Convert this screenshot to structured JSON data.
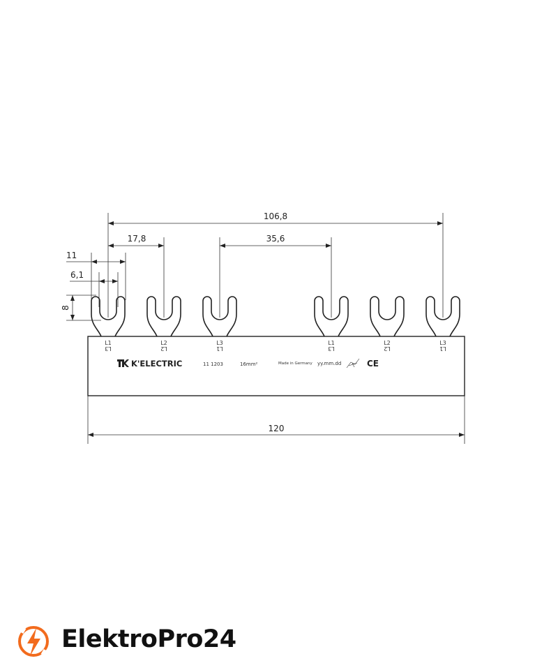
{
  "dimensions": {
    "overall_pitch_span": "106,8",
    "pitch": "17,8",
    "gap_pitch": "35,6",
    "fork_outer_width": "11",
    "fork_slot_width": "6,1",
    "fork_height": "8",
    "total_length": "120"
  },
  "forks": [
    {
      "top": "L1",
      "bottom": "L3"
    },
    {
      "top": "L2",
      "bottom": "L2"
    },
    {
      "top": "L3",
      "bottom": "L1"
    },
    {
      "top": "L1",
      "bottom": "L3"
    },
    {
      "top": "L2",
      "bottom": "L2"
    },
    {
      "top": "L3",
      "bottom": "L1"
    }
  ],
  "bar_print": {
    "brand": "K'ELECTRIC",
    "part_number": "11 1203",
    "cross_section": "16mm²",
    "origin": "Made in Germany",
    "date_code": "yy.mm.dd",
    "ce_mark": "CE"
  },
  "footer": {
    "logo_text": "ElektroPro24",
    "accent_color": "#f26b1d"
  }
}
